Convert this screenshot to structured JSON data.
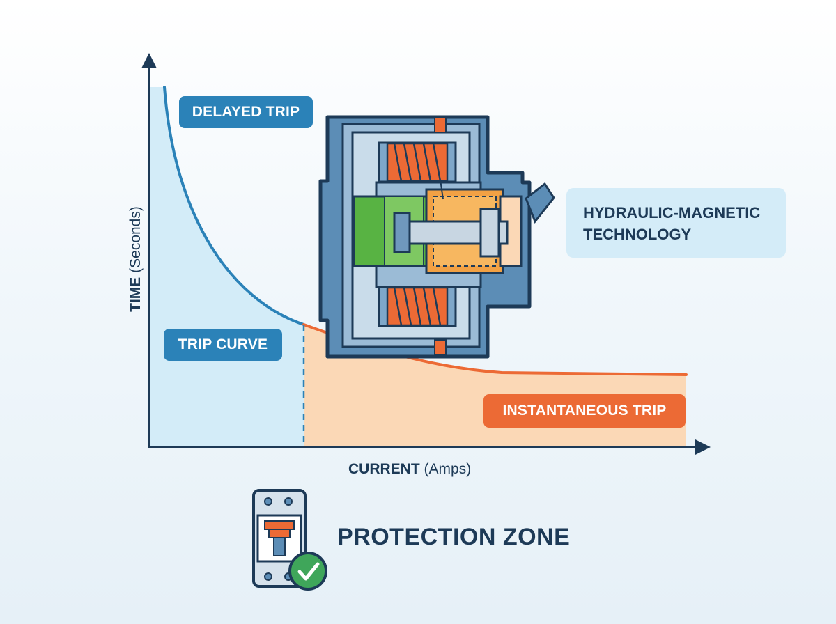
{
  "labels": {
    "delayed_trip": "DELAYED TRIP",
    "trip_curve": "TRIP CURVE",
    "instantaneous_trip": "INSTANTANEOUS TRIP",
    "technology_line1": "HYDRAULIC-MAGNETIC",
    "technology_line2": "TECHNOLOGY",
    "protection_zone": "PROTECTION ZONE"
  },
  "axes": {
    "x_bold": "CURRENT",
    "x_unit": "(Amps)",
    "y_bold": "TIME",
    "y_unit": "(Seconds)"
  },
  "colors": {
    "delayed": "#2b82b8",
    "instant": "#ec6a35",
    "axis": "#1d3a57",
    "delayed_fill": "#d3ecf8",
    "instant_fill": "#fbd8b6",
    "coil": "#ec6a35",
    "armature_green": "#58b343",
    "frame_blue": "#5c8db6"
  },
  "icons": {
    "breaker": "circuit-breaker-icon",
    "check": "check-circle-icon"
  }
}
